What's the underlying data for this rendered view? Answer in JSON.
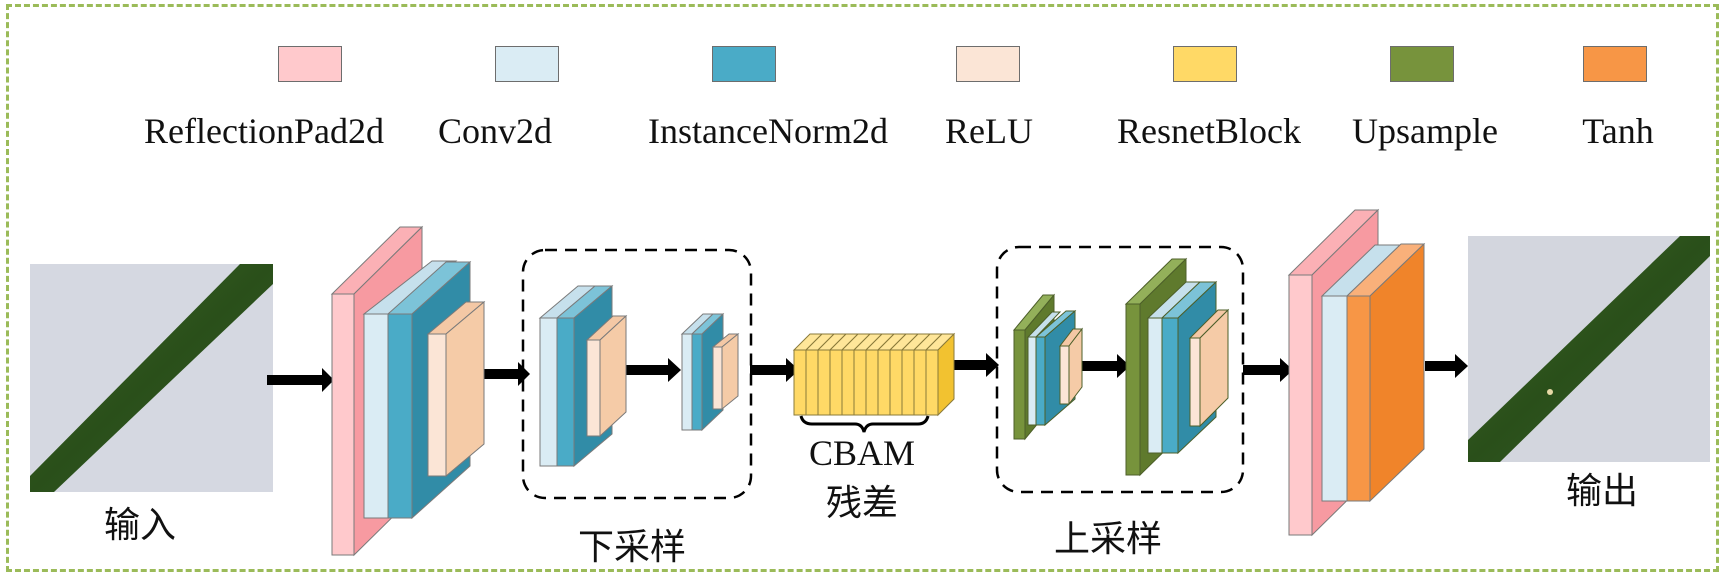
{
  "legend": [
    {
      "id": "reflectionpad2d",
      "label": "ReflectionPad2d",
      "color": "#ffc9cc"
    },
    {
      "id": "conv2d",
      "label": "Conv2d",
      "color": "#daecf4"
    },
    {
      "id": "instancenorm2d",
      "label": "InstanceNorm2d",
      "color": "#4aabc7"
    },
    {
      "id": "relu",
      "label": "ReLU",
      "color": "#fbe5d6"
    },
    {
      "id": "resnetblock",
      "label": "ResnetBlock",
      "color": "#ffd966"
    },
    {
      "id": "upsample",
      "label": "Upsample",
      "color": "#77933c"
    },
    {
      "id": "tanh",
      "label": "Tanh",
      "color": "#f79646"
    }
  ],
  "labels": {
    "input": "输入",
    "downsample": "下采样",
    "cbam": "CBAM",
    "residual": "残差",
    "upsample": "上采样",
    "output": "输出"
  },
  "colors": {
    "frame": "#9bbb59",
    "leaf": "#2f5a1f",
    "background_image": "#d3d6de",
    "arrow": "#000000"
  }
}
